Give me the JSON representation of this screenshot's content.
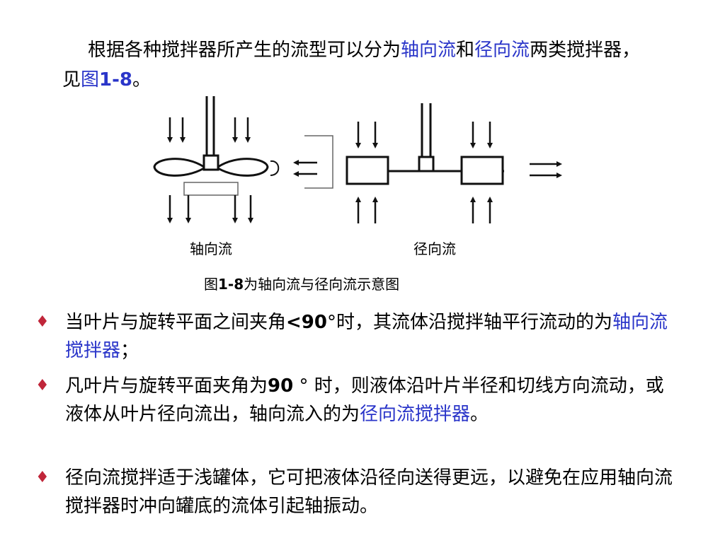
{
  "intro": {
    "t1": "根据各种搅拌器所产生的流型可以分为",
    "t2": "轴向流",
    "t3": "和",
    "t4": "径向流",
    "t5": "两类搅拌器，见",
    "t6": "图",
    "t7": "1-8",
    "t8": "。"
  },
  "figure": {
    "label_axial": "轴向流",
    "label_radial": "径向流",
    "caption_t1": "图",
    "caption_t2": "1-8",
    "caption_t3": "为轴向流与径向流示意图"
  },
  "bullets": [
    {
      "t1": "当叶片与旋转平面之间夹角",
      "t2": "<90",
      "t3": "°时，其流体沿搅拌轴平行流动的为",
      "t4": "轴向流搅拌器",
      "t5": "；"
    },
    {
      "t1": "凡叶片与旋转平面夹角为",
      "t2": "90",
      "t3": " ° 时，则液体沿叶片半径和切线方向流动，或液体从叶片径向流出，轴向流入的为",
      "t4": "径向流搅拌器",
      "t5": "。"
    },
    {
      "t1": "径向流搅拌适于浅罐体，它可把液体沿径向送得更远，以避免在应用轴向流搅拌器时冲向罐底的流体引起轴振动。"
    }
  ],
  "colors": {
    "highlight": "#2a35c9",
    "bullet_marker": "#c0263a"
  },
  "icons": {
    "bullet_marker": "diamond"
  }
}
